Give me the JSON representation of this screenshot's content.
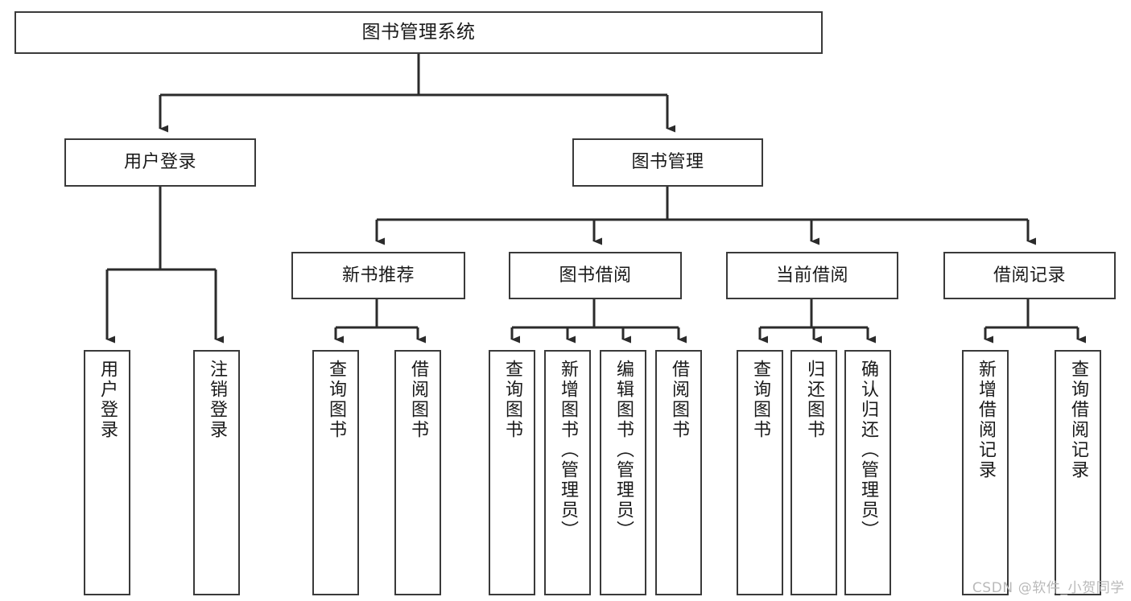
{
  "diagram": {
    "title": "图书管理系统",
    "type": "tree",
    "watermark": "CSDN @软件_小贺同学",
    "colors": {
      "box_border": "#3a3a3a",
      "box_fill": "#ffffff",
      "connector": "#2b2b2b",
      "text": "#1a1a1a",
      "watermark": "#b9b9b9",
      "background": "#ffffff"
    },
    "levels": {
      "level1": [
        "图书管理系统"
      ],
      "level2": [
        "用户登录",
        "图书管理"
      ],
      "level3": [
        "新书推荐",
        "图书借阅",
        "当前借阅",
        "借阅记录"
      ],
      "level4": [
        "用户登录",
        "注销登录",
        "查询图书",
        "借阅图书",
        "查询图书",
        "新增图书（管理员）",
        "编辑图书（管理员）",
        "借阅图书",
        "查询图书",
        "归还图书",
        "确认归还（管理员）",
        "新增借阅记录",
        "查询借阅记录"
      ]
    },
    "nodes": {
      "root": {
        "label": "图书管理系统"
      },
      "user_login": {
        "label": "用户登录"
      },
      "book_manage": {
        "label": "图书管理"
      },
      "new_book_rec": {
        "label": "新书推荐"
      },
      "book_borrow": {
        "label": "图书借阅"
      },
      "current_borrow": {
        "label": "当前借阅"
      },
      "borrow_record": {
        "label": "借阅记录"
      },
      "leaf_user_login": {
        "label": "用户登录"
      },
      "leaf_logout": {
        "label": "注销登录"
      },
      "leaf_query_book_a": {
        "label": "查询图书"
      },
      "leaf_borrow_book_a": {
        "label": "借阅图书"
      },
      "leaf_query_book_b": {
        "label": "查询图书"
      },
      "leaf_add_book": {
        "label": "新增图书（管理员）"
      },
      "leaf_edit_book": {
        "label": "编辑图书（管理员）"
      },
      "leaf_borrow_book_b": {
        "label": "借阅图书"
      },
      "leaf_query_book_c": {
        "label": "查询图书"
      },
      "leaf_return_book": {
        "label": "归还图书"
      },
      "leaf_confirm_return": {
        "label": "确认归还（管理员）"
      },
      "leaf_add_record": {
        "label": "新增借阅记录"
      },
      "leaf_query_record": {
        "label": "查询借阅记录"
      }
    }
  }
}
